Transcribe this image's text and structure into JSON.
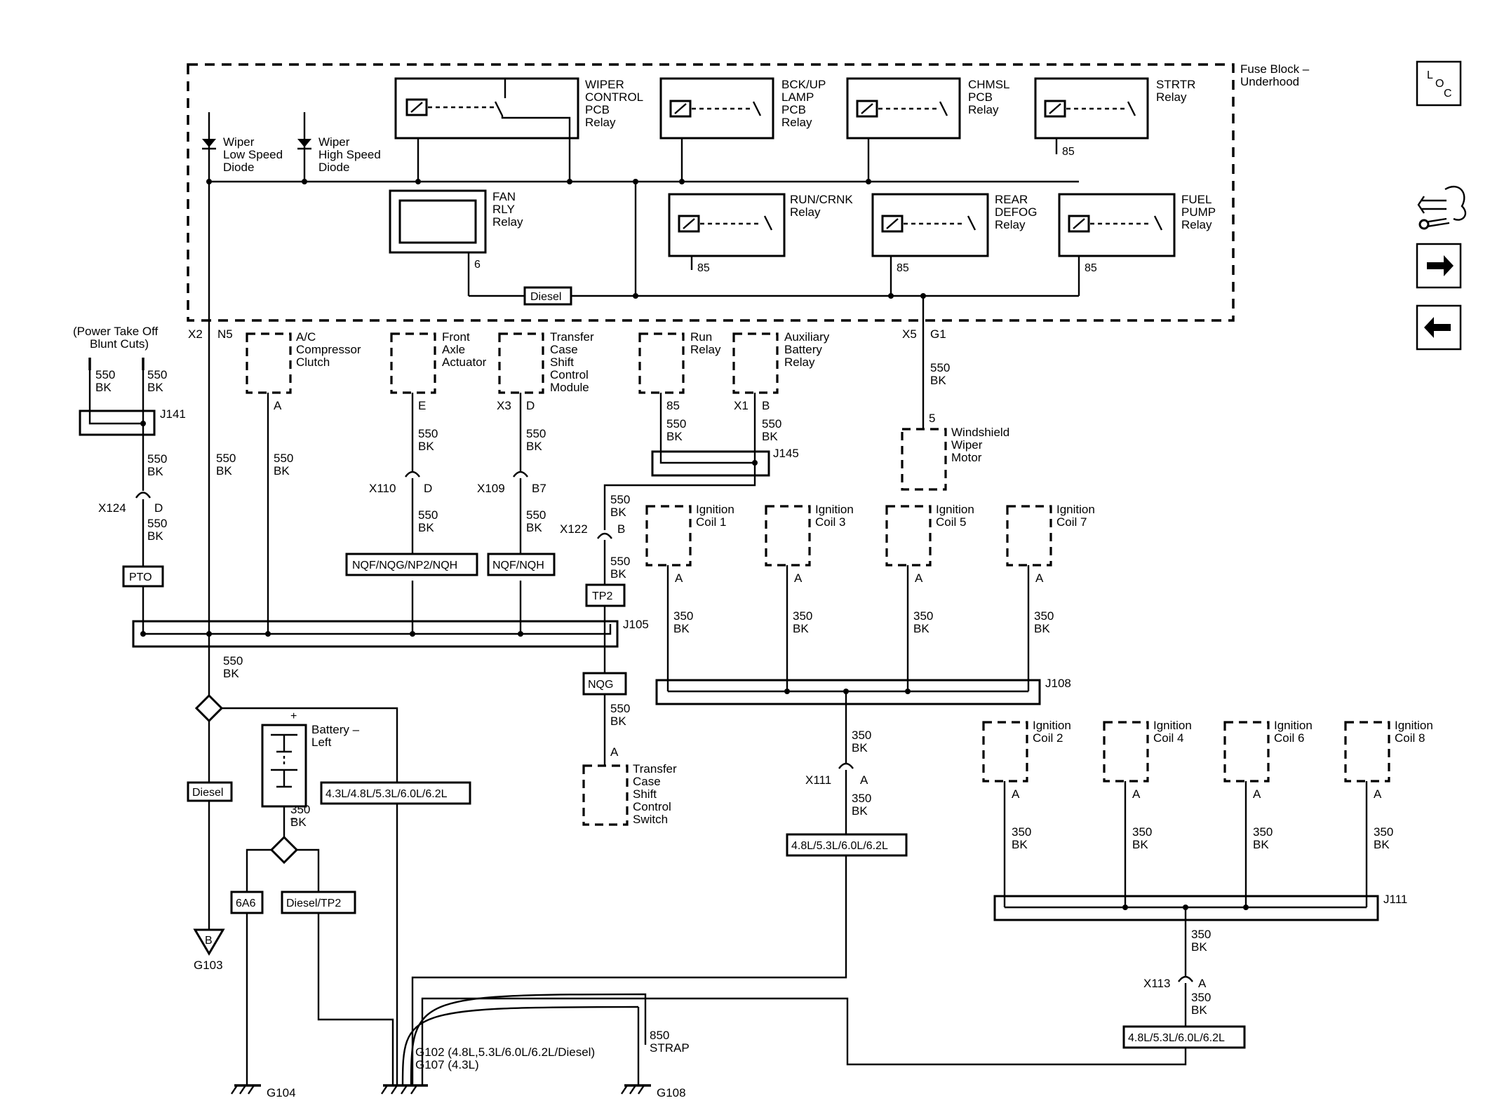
{
  "fuse_block": {
    "label_1": "Fuse Block –",
    "label_2": "Underhood"
  },
  "relays": {
    "wiper_control": [
      "WIPER",
      "CONTROL",
      "PCB",
      "Relay"
    ],
    "bckup_lamp": [
      "BCK/UP",
      "LAMP",
      "PCB",
      "Relay"
    ],
    "chmsl": [
      "CHMSL",
      "PCB",
      "Relay"
    ],
    "strtr": [
      "STRTR",
      "Relay"
    ],
    "strtr_pin": "85",
    "fan": [
      "FAN",
      "RLY",
      "Relay"
    ],
    "fan_pin": "6",
    "run_crnk": [
      "RUN/CRNK",
      "Relay"
    ],
    "rear_defog": [
      "REAR",
      "DEFOG",
      "Relay"
    ],
    "fuel_pump": [
      "FUEL",
      "PUMP",
      "Relay"
    ],
    "pin_85": "85"
  },
  "diodes": {
    "low": [
      "Wiper",
      "Low Speed",
      "Diode"
    ],
    "high": [
      "Wiper",
      "High Speed",
      "Diode"
    ]
  },
  "options": {
    "diesel": "Diesel",
    "pto": "PTO",
    "tp2": "TP2",
    "nqg": "NQG",
    "nqf_nqg_np2_nqh": "NQF/NQG/NP2/NQH",
    "nqf_nqh": "NQF/NQH",
    "engines_all": "4.3L/4.8L/5.3L/6.0L/6.2L",
    "engines_v8": "4.8L/5.3L/6.0L/6.2L",
    "six_a6": "6A6",
    "diesel_tp2": "Diesel/TP2"
  },
  "pins": {
    "x2": "X2",
    "n5": "N5",
    "x5": "X5",
    "g1": "G1",
    "a": "A",
    "b": "B",
    "d": "D",
    "e": "E",
    "b7": "B7",
    "five": "5",
    "85": "85",
    "x1": "X1",
    "x3": "X3",
    "plus": "+",
    "minus": "–"
  },
  "connectors": {
    "x124": "X124",
    "x110": "X110",
    "x109": "X109",
    "x122": "X122",
    "x111": "X111",
    "x113": "X113"
  },
  "splices": {
    "j141": "J141",
    "j105": "J105",
    "j145": "J145",
    "j108": "J108",
    "j111": "J111"
  },
  "wires": {
    "w550": "550",
    "w350": "350",
    "bk": "BK",
    "w850": "850",
    "strap": "STRAP"
  },
  "components": {
    "pto_blunt": [
      "(Power Take Off",
      "Blunt Cuts)"
    ],
    "ac_clutch": [
      "A/C",
      "Compressor",
      "Clutch"
    ],
    "front_axle": [
      "Front",
      "Axle",
      "Actuator"
    ],
    "tc_module": [
      "Transfer",
      "Case",
      "Shift",
      "Control",
      "Module"
    ],
    "run_relay": [
      "Run",
      "Relay"
    ],
    "aux_relay": [
      "Auxiliary",
      "Battery",
      "Relay"
    ],
    "wiper_motor": [
      "Windshield",
      "Wiper",
      "Motor"
    ],
    "tc_switch": [
      "Transfer",
      "Case",
      "Shift",
      "Control",
      "Switch"
    ],
    "battery": [
      "Battery –",
      "Left"
    ],
    "coil1": [
      "Ignition",
      "Coil 1"
    ],
    "coil3": [
      "Ignition",
      "Coil 3"
    ],
    "coil5": [
      "Ignition",
      "Coil 5"
    ],
    "coil7": [
      "Ignition",
      "Coil 7"
    ],
    "coil2": [
      "Ignition",
      "Coil 2"
    ],
    "coil4": [
      "Ignition",
      "Coil 4"
    ],
    "coil6": [
      "Ignition",
      "Coil 6"
    ],
    "coil8": [
      "Ignition",
      "Coil 8"
    ]
  },
  "grounds": {
    "g103": "G103",
    "g103_letter": "B",
    "g104": "G104",
    "g102": "G102 (4.8L,5.3L/6.0L/6.2L/Diesel)",
    "g107": "G107 (4.3L)",
    "g108": "G108"
  },
  "nav": {
    "loc_l": "L",
    "loc_o": "O",
    "loc_c": "C",
    "next_icon": "→",
    "prev_icon": "←"
  }
}
